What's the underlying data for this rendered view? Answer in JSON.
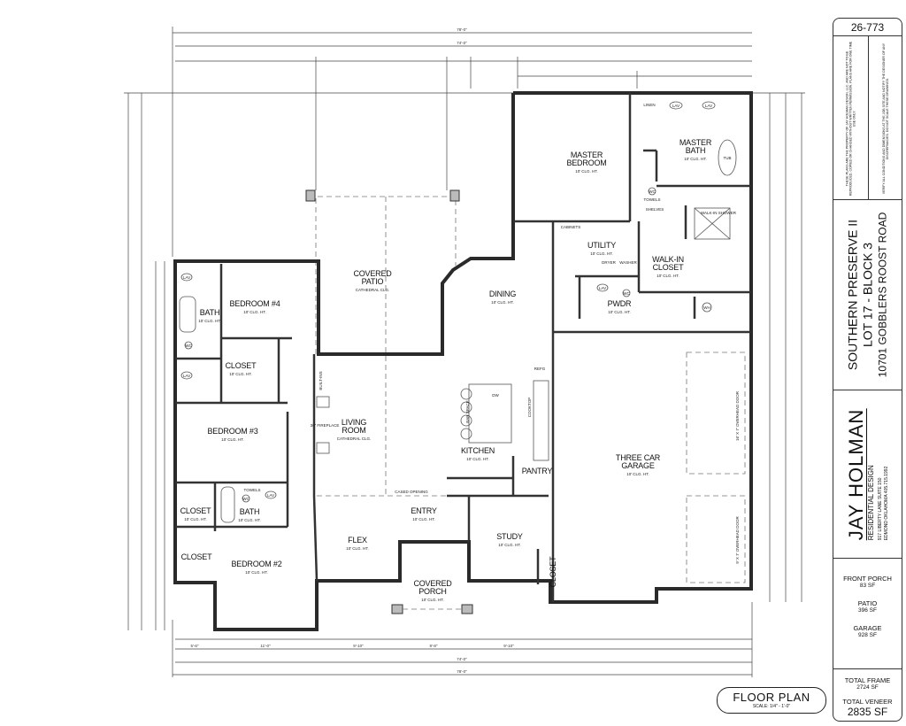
{
  "sheet": {
    "plan_number": "26-773",
    "notes_left": "THESE PLANS ARE THE PROPERTY OF JAY HOLMAN DESIGN, LLC. AND ARE NOT TO BE REPRODUCED, COPIED OR CHANGED WITHOUT WRITTEN PERMISSION. PLANS ARE FOR ONE TIME USE ONLY.",
    "notes_right": "VERIFY ALL CONDITIONS AND DIMENSIONS AT THE JOB SITE AND NOTIFY THE DESIGNER OF ANY DISCREPANCIES. DO NOT SCALE THESE DRAWINGS.",
    "project": {
      "subdivision": "SOUTHERN PRESERVE II",
      "lot": "LOT 17 - BLOCK 3",
      "address": "10701 GOBBLERS ROOST ROAD"
    },
    "designer": {
      "name": "JAY HOLMAN",
      "tagline": "RESIDENTIAL DESIGN",
      "address_line1": "917 LIBERTY LANE SUITE 150",
      "address_line2": "EDMOND OKLAHOMA 405.715.1992"
    },
    "areas": [
      {
        "label": "FRONT PORCH",
        "value": "83 SF"
      },
      {
        "label": "PATIO",
        "value": "396 SF"
      },
      {
        "label": "GARAGE",
        "value": "928 SF"
      }
    ],
    "totals": [
      {
        "label": "TOTAL FRAME",
        "value": "2724 SF"
      },
      {
        "label": "TOTAL VENEER",
        "value": "2835 SF"
      }
    ]
  },
  "plan_title": {
    "title": "FLOOR PLAN",
    "scale": "SCALE: 1/4\" - 1'-0\""
  },
  "rooms": [
    {
      "name": "MASTER",
      "name2": "BEDROOM",
      "clg": "10' CLG. HT."
    },
    {
      "name": "MASTER",
      "name2": "BATH",
      "clg": "10' CLG. HT."
    },
    {
      "name": "UTILITY",
      "clg": "10' CLG. HT."
    },
    {
      "name": "WALK-IN",
      "name2": "CLOSET",
      "clg": "10' CLG. HT."
    },
    {
      "name": "DINING",
      "clg": "10' CLG. HT."
    },
    {
      "name": "PWDR",
      "clg": "10' CLG. HT."
    },
    {
      "name": "COVERED",
      "name2": "PATIO",
      "clg": "CATHEDRAL CLG."
    },
    {
      "name": "BEDROOM #4",
      "clg": "10' CLG. HT."
    },
    {
      "name": "BATH",
      "clg": "10' CLG. HT."
    },
    {
      "name": "CLOSET",
      "clg": "10' CLG. HT."
    },
    {
      "name": "BEDROOM #3",
      "clg": "10' CLG. HT."
    },
    {
      "name": "LIVING",
      "name2": "ROOM",
      "clg": "CATHEDRAL CLG."
    },
    {
      "name": "KITCHEN",
      "clg": "10' CLG. HT."
    },
    {
      "name": "THREE CAR",
      "name2": "GARAGE",
      "clg": "10' CLG. HT."
    },
    {
      "name": "PANTRY"
    },
    {
      "name": "CLOSET",
      "clg": "10' CLG. HT."
    },
    {
      "name": "BATH",
      "clg": "10' CLG. HT."
    },
    {
      "name": "ENTRY",
      "clg": "10' CLG. HT."
    },
    {
      "name": "FLEX",
      "clg": "10' CLG. HT."
    },
    {
      "name": "STUDY",
      "clg": "10' CLG. HT."
    },
    {
      "name": "CLOSET"
    },
    {
      "name": "BEDROOM #2",
      "clg": "10' CLG. HT."
    },
    {
      "name": "COVERED",
      "name2": "PORCH",
      "clg": "10' CLG. HT."
    },
    {
      "name": "CLOSET"
    }
  ],
  "fixtures": {
    "lav": "LAV",
    "wc": "WC",
    "tub": "TUB",
    "towels": "TOWELS",
    "linen": "LINEN",
    "shelves": "SHELVES",
    "shower": "WALK-IN SHOWER",
    "cabinets": "CABINETS",
    "dryer": "DRYER",
    "washer": "WASHER",
    "refg": "REFG",
    "dw": "DW",
    "cooktop": "COOKTOP",
    "bar": "BAR SPACE",
    "wh": "WH",
    "fireplace": "36\" FIREPLACE",
    "builtins": "BUILT-INS",
    "cased": "CASED OPENING",
    "door_16": "16' X 7' OVERHEAD DOOR",
    "door_9": "9' X 7' OVERHEAD DOOR"
  },
  "dimensions": {
    "overall": "78'-0\"",
    "overall_inner": "74'-0\"",
    "bottom_segments": [
      "5'-6\"",
      "11'-0\"",
      "9'-10\"",
      "9'-8\"",
      "9'-10\""
    ]
  }
}
